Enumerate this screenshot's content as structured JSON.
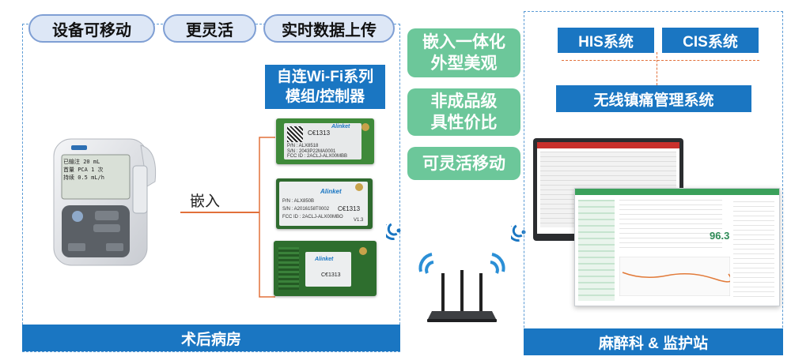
{
  "left_panel": {
    "tags": [
      "设备可移动",
      "更灵活",
      "实时数据上传"
    ],
    "module_title": [
      "自连Wi-Fi系列",
      "模组/控制器"
    ],
    "embed_label": "嵌入",
    "footer": "术后病房"
  },
  "device": {
    "screen_lines": [
      "已输注  20 mL",
      "首量  PCA  1 次",
      "持续  0.5 mL/h"
    ]
  },
  "modules": [
    {
      "brand": "Alinket",
      "lines": [
        "P/N : ALX8518",
        "S/N : 2043P22MA0001",
        "FCC ID : 2ACLJ-ALX00MBB"
      ],
      "code": "C€1313"
    },
    {
      "brand": "Alinket",
      "lines": [
        "P/N : ALX850B",
        "S/N : A2016158T0002",
        "FCC ID : 2ACLJ-ALX00MBO"
      ],
      "code": "C€1313",
      "ver": "V1.3"
    },
    {
      "brand": "Alinket",
      "lines": [],
      "code": "C€1313"
    }
  ],
  "middle": {
    "features": [
      [
        "嵌入一体化",
        "外型美观"
      ],
      [
        "非成品级",
        "具性价比"
      ],
      [
        "可灵活移动"
      ]
    ]
  },
  "right_panel": {
    "systems": [
      "HIS系统",
      "CIS系统"
    ],
    "main_system": "无线镇痛管理系统",
    "monitor_value": "96.3",
    "footer": "麻醉科 & 监护站"
  },
  "colors": {
    "accent_blue": "#1a76c2",
    "feature_green": "#6cc79a",
    "pill_fill": "#dde7f6",
    "dashed_border": "#5b9bd5"
  }
}
